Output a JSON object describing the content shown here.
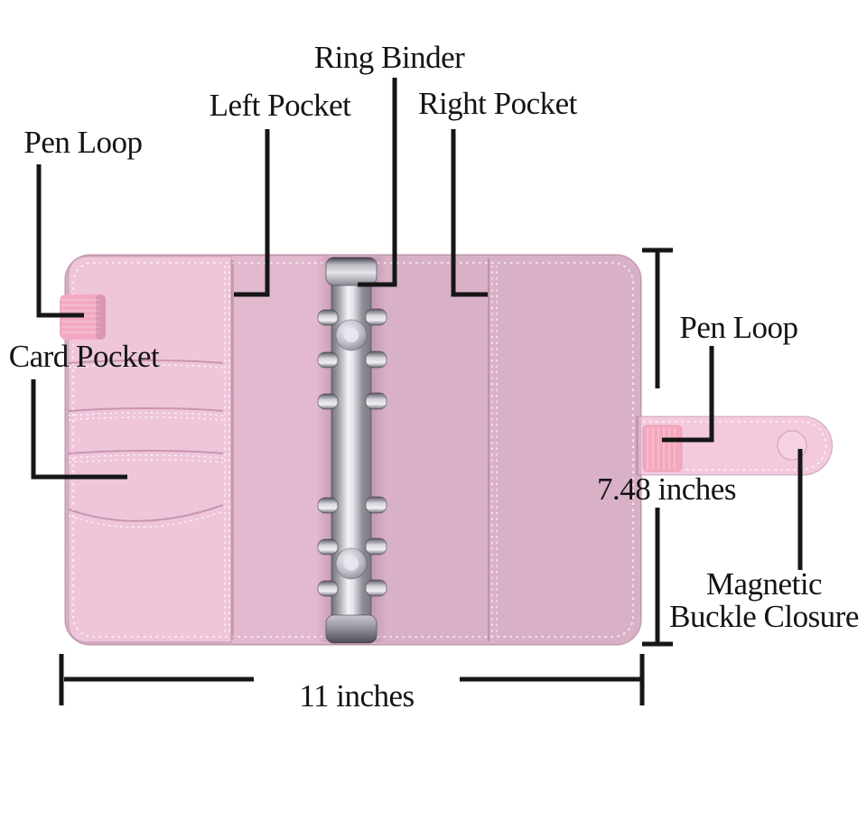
{
  "diagram": {
    "subject": "Pink 6-ring binder planner opened flat with annotated parts",
    "labels": {
      "ring_binder": "Ring Binder",
      "left_pocket": "Left Pocket",
      "right_pocket": "Right Pocket",
      "pen_loop_left": "Pen Loop",
      "card_pocket": "Card Pocket",
      "pen_loop_right": "Pen Loop",
      "magnetic_line1": "Magnetic",
      "magnetic_line2": "Buckle Closure"
    },
    "dimensions": {
      "width_label": "11 inches",
      "width_inches": 11,
      "height_label": "7.48 inches",
      "height_inches": 7.48
    },
    "colors": {
      "cover": "#d9b1c7",
      "spine": "#e2b9ce",
      "left_panel": "#eec5d9",
      "strap": "#f3c9dd",
      "pen_loop_strap": "#f4a7bd",
      "pen_loop_cover": "#f3a9c4",
      "metal_light": "#f4f3f6",
      "metal_dark": "#716f79",
      "line": "#161616",
      "label_text": "#141414",
      "background": "#ffffff"
    }
  }
}
